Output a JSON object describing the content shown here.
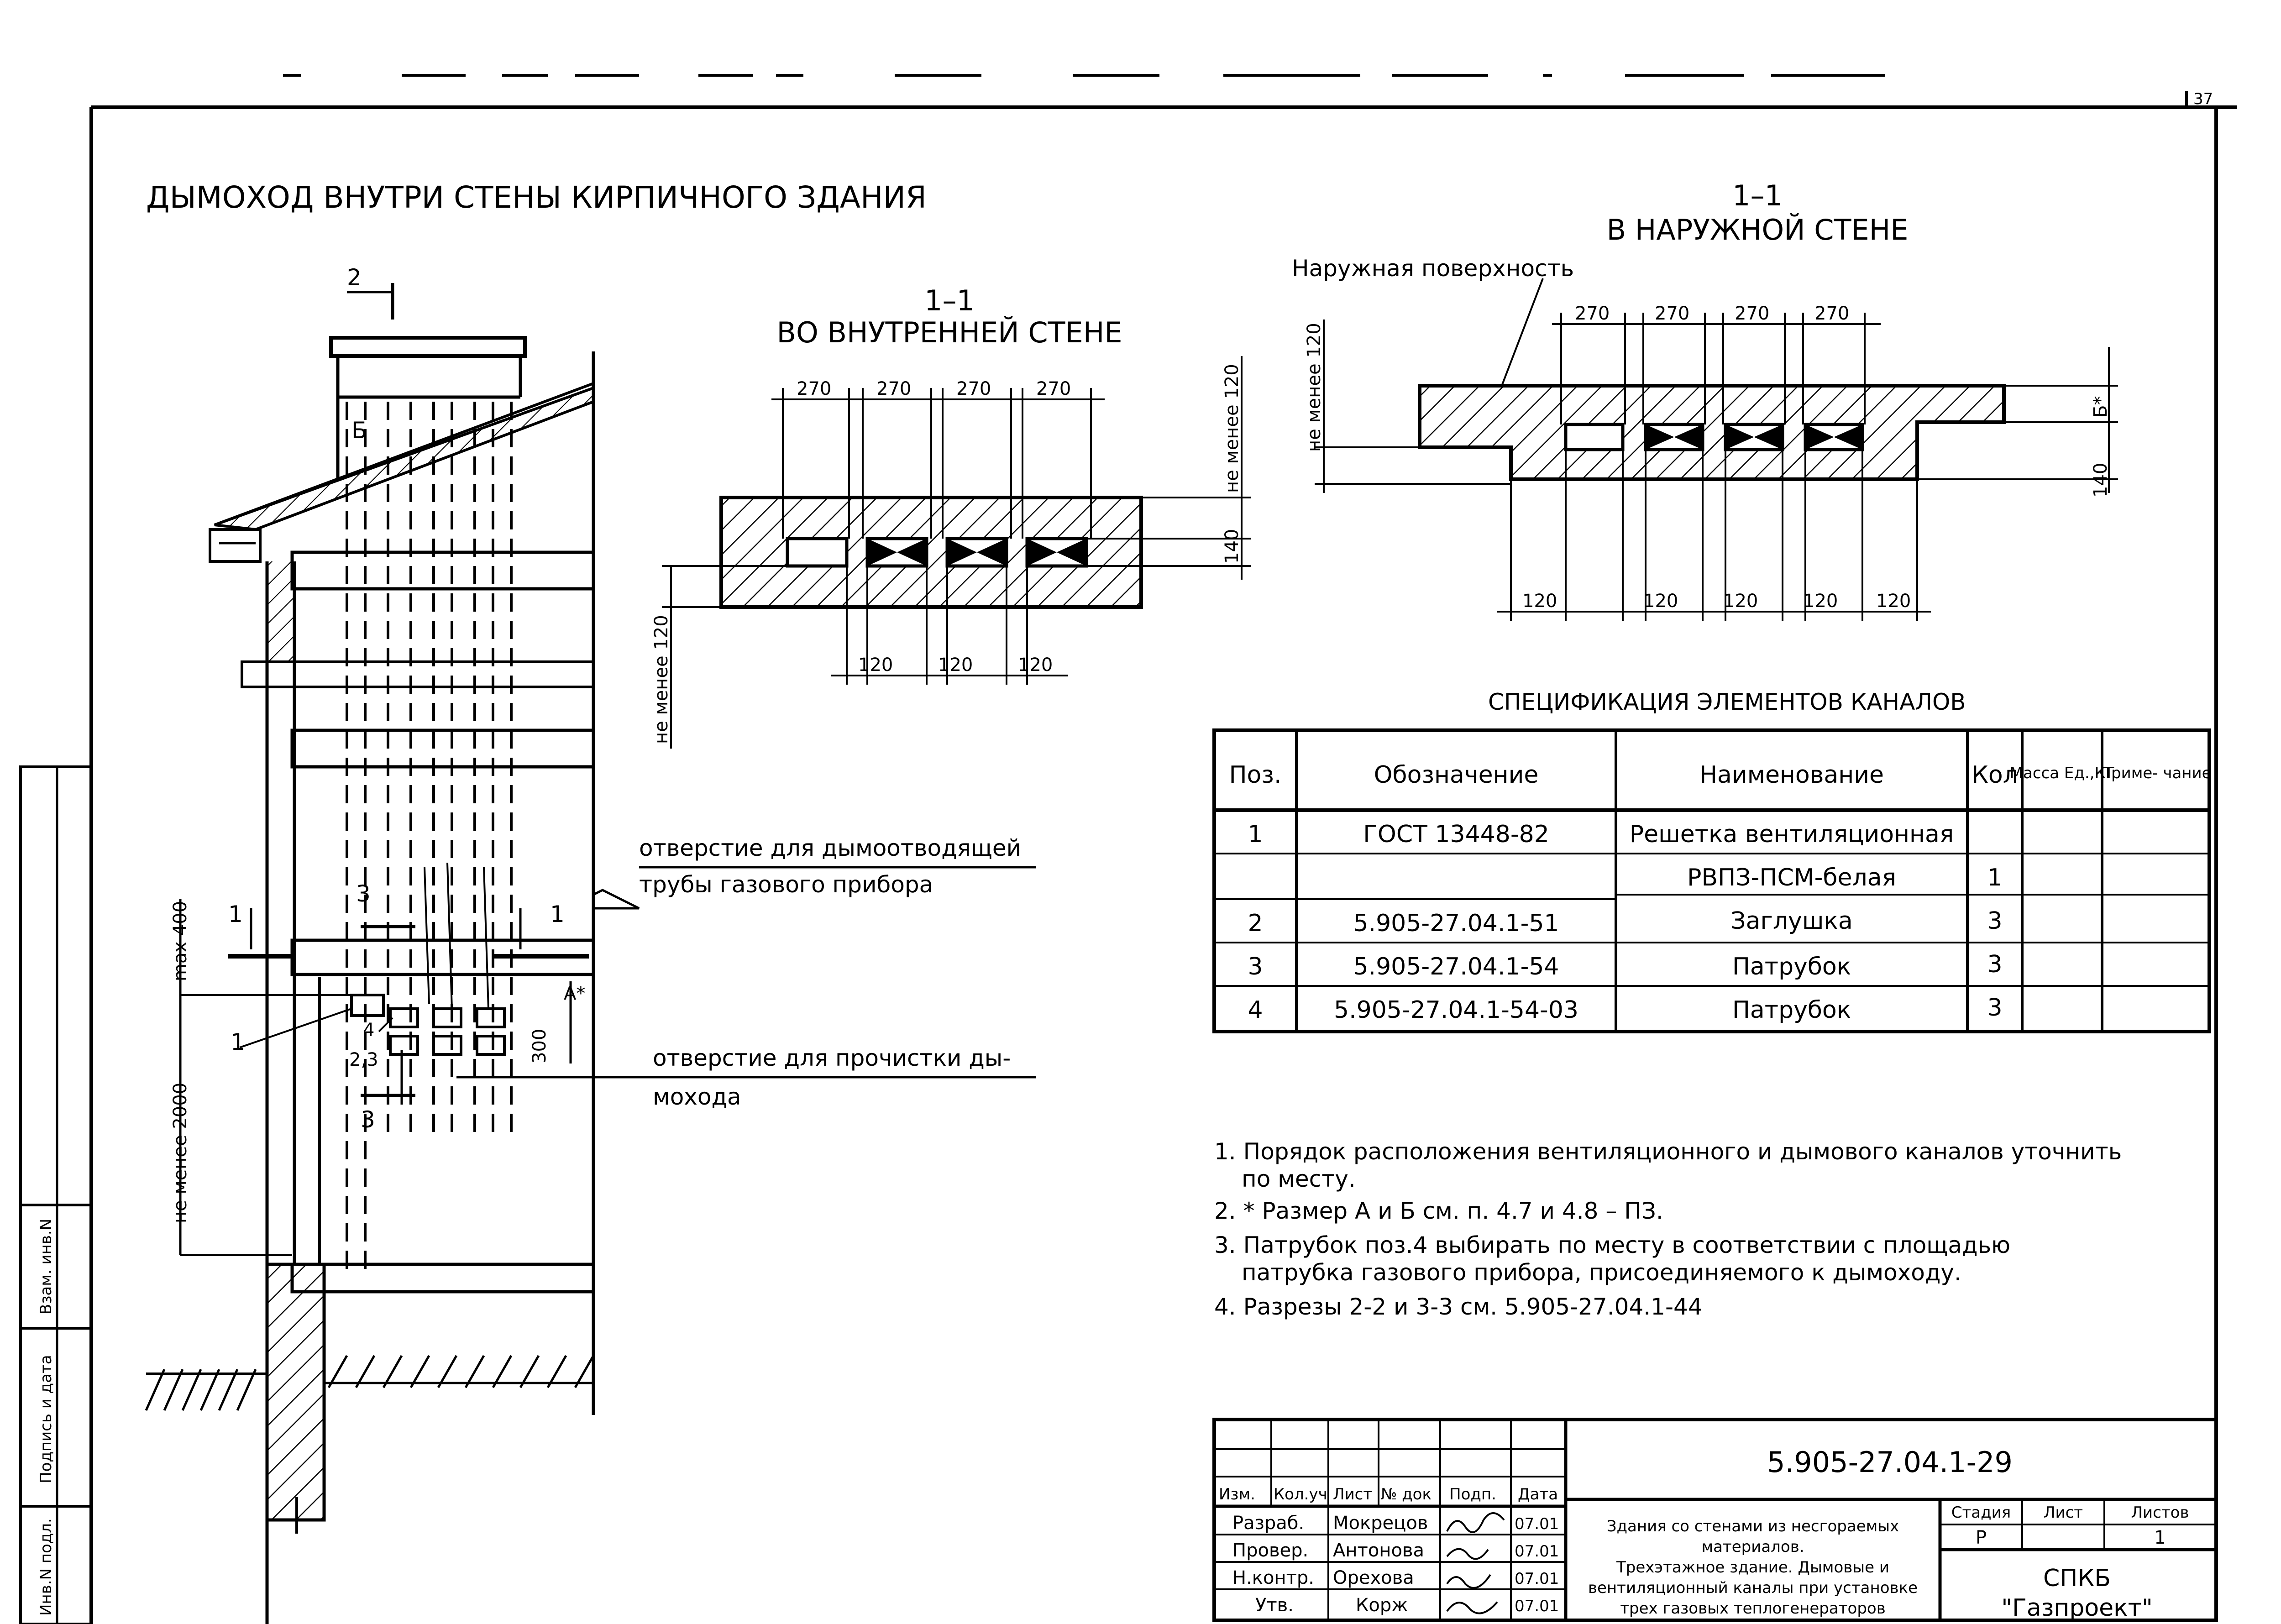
{
  "page_number": "37",
  "main_title": "ДЫМОХОД ВНУТРИ СТЕНЫ КИРПИЧНОГО ЗДАНИЯ",
  "section_inner": {
    "label": "1–1",
    "title": "ВО ВНУТРЕННЕЙ СТЕНЕ",
    "dims_top": [
      "270",
      "270",
      "270",
      "270"
    ],
    "dims_bottom": [
      "120",
      "120",
      "120"
    ],
    "dim_right_1": "не менее 120",
    "dim_right_2": "140",
    "dim_left": "не менее 120"
  },
  "section_outer": {
    "label": "1–1",
    "title": "В НАРУЖНОЙ СТЕНЕ",
    "outer_surface_label": "Наружная поверхность",
    "dims_top": [
      "270",
      "270",
      "270",
      "270"
    ],
    "dims_bottom": [
      "120",
      "120",
      "120",
      "120",
      "120"
    ],
    "dim_left": "не менее 120",
    "dim_right_1": "Б*",
    "dim_right_2": "140"
  },
  "elevation": {
    "cut_2": "2",
    "cut_3_top": "3",
    "cut_3_bottom": "3",
    "cut_1_left": "1",
    "cut_1_right": "1",
    "dim_b": "Б",
    "dim_max": "max 400",
    "dim_min2000": "не менее 2000",
    "dim_a": "А*",
    "dim_300": "300",
    "pos_1": "1",
    "pos_4": "4",
    "pos_23": "2,3",
    "label_flue_1": "отверстие для дымоотводящей",
    "label_flue_2": "трубы газового прибора",
    "label_clean_1": "отверстие для прочистки ды-",
    "label_clean_2": "мохода"
  },
  "spec": {
    "title": "СПЕЦИФИКАЦИЯ ЭЛЕМЕНТОВ КАНАЛОВ",
    "headers": [
      "Поз.",
      "Обозначение",
      "Наименование",
      "Кол",
      "Масса Ед.,КГ",
      "Приме- чание"
    ],
    "rows": [
      [
        "1",
        "ГОСТ 13448-82",
        "Решетка вентиляционная",
        "",
        "",
        ""
      ],
      [
        "",
        "",
        "РВПЗ-ПСМ-белая",
        "1",
        "",
        ""
      ],
      [
        "2",
        "5.905-27.04.1-51",
        "Заглушка",
        "3",
        "",
        ""
      ],
      [
        "3",
        "5.905-27.04.1-54",
        "Патрубок",
        "3",
        "",
        ""
      ],
      [
        "4",
        "5.905-27.04.1-54-03",
        "Патрубок",
        "3",
        "",
        ""
      ]
    ]
  },
  "notes": [
    "1. Порядок расположения вентиляционного и дымового каналов уточнить",
    "по месту.",
    "2. * Размер А и Б см. п. 4.7 и 4.8 – ПЗ.",
    "3. Патрубок поз.4 выбирать по месту в соответствии с площадью",
    "патрубка газового прибора, присоединяемого к дымоходу.",
    "4. Разрезы 2-2 и 3-3 см. 5.905-27.04.1-44"
  ],
  "stamp": {
    "code": "5.905-27.04.1-29",
    "header_cells": [
      "Изм.",
      "Кол.уч",
      "Лист",
      "№ док",
      "Подп.",
      "Дата"
    ],
    "rows": [
      [
        "Разраб.",
        "Мокрецов",
        "07.01"
      ],
      [
        "Провер.",
        "Антонова",
        "07.01"
      ],
      [
        "Н.контр.",
        "Орехова",
        "07.01"
      ],
      [
        "Утв.",
        "Корж",
        "07.01"
      ]
    ],
    "description": [
      "Здания со стенами из несгораемых",
      "материалов.",
      "Трехэтажное здание. Дымовые и",
      "вентиляционный каналы при установке",
      "трех газовых теплогенераторов"
    ],
    "stage_label": "Стадия",
    "sheet_label": "Лист",
    "sheets_label": "Листов",
    "stage_value": "Р",
    "sheets_value": "1",
    "org_1": "СПКБ",
    "org_2": "\"Газпроект\""
  },
  "side_stamp": [
    "Инв.N подл.",
    "Подпись и дата",
    "Взам. инв.N"
  ]
}
